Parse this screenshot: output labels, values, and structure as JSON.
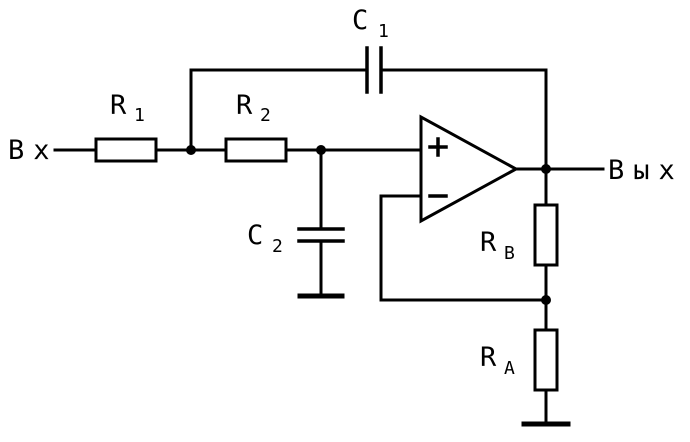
{
  "circuit": {
    "input_label": "Вх",
    "output_label": "Вых",
    "components": {
      "r1": {
        "name": "R",
        "sub": "1"
      },
      "r2": {
        "name": "R",
        "sub": "2"
      },
      "c1": {
        "name": "C",
        "sub": "1"
      },
      "c2": {
        "name": "C",
        "sub": "2"
      },
      "rb": {
        "name": "R",
        "sub": "B"
      },
      "ra": {
        "name": "R",
        "sub": "A"
      }
    },
    "opamp": {
      "noninverting_sign": "+",
      "inverting_sign": "−"
    },
    "colors": {
      "line": "#000000",
      "background": "#ffffff"
    }
  }
}
